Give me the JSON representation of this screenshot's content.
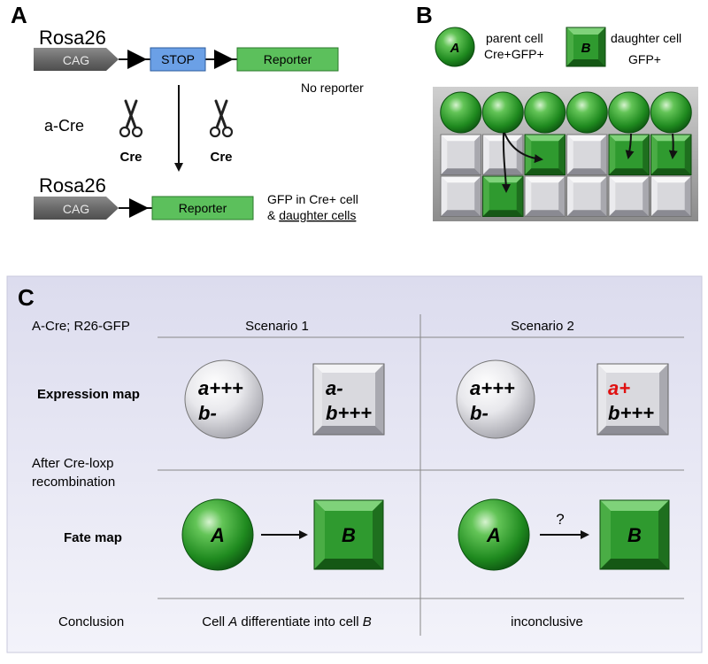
{
  "panel_a": {
    "label": "A",
    "construct_top": {
      "name": "Rosa26",
      "promoter": "CAG",
      "stop": "STOP",
      "reporter": "Reporter",
      "note": "No reporter"
    },
    "cre_label": "a-Cre",
    "scissors_left_label": "Cre",
    "scissors_right_label": "Cre",
    "construct_bottom": {
      "name": "Rosa26",
      "promoter": "CAG",
      "reporter": "Reporter",
      "note_line1": "GFP in Cre+ cell",
      "note_line2_prefix": "& ",
      "note_line2_underlined": "daughter cells"
    }
  },
  "panel_b": {
    "label": "B",
    "parent_letter": "A",
    "parent_text_line1": "parent cell",
    "parent_text_line2": "Cre+GFP+",
    "daughter_letter": "B",
    "daughter_text_line1": "daughter cell",
    "daughter_text_line2": "GFP+",
    "grid": {
      "row1_green": [
        false,
        false,
        true,
        false,
        true,
        true
      ],
      "row2_green": [
        false,
        true,
        false,
        false,
        false,
        false
      ]
    }
  },
  "panel_c": {
    "label": "C",
    "header_left": "A-Cre; R26-GFP",
    "scenario1": "Scenario 1",
    "scenario2": "Scenario 2",
    "expression_label": "Expression map",
    "recomb_line1": "After Cre-loxp",
    "recomb_line2": "recombination",
    "fate_label": "Fate map",
    "conclusion_label": "Conclusion",
    "s1_circle_line1": "a+++",
    "s1_circle_line2": "b-",
    "s1_square_line1": "a-",
    "s1_square_line2": "b+++",
    "s2_circle_line1": "a+++",
    "s2_circle_line2": "b-",
    "s2_square_line1": "a+",
    "s2_square_line2": "b+++",
    "fate_letter_a": "A",
    "fate_letter_b": "B",
    "question_mark": "?",
    "s1_conclusion_prefix": "Cell ",
    "s1_conclusion_a": "A",
    "s1_conclusion_mid": " differentiate into cell ",
    "s1_conclusion_b": "B",
    "s2_conclusion": "inconclusive",
    "highlight_color": "#e01010"
  }
}
